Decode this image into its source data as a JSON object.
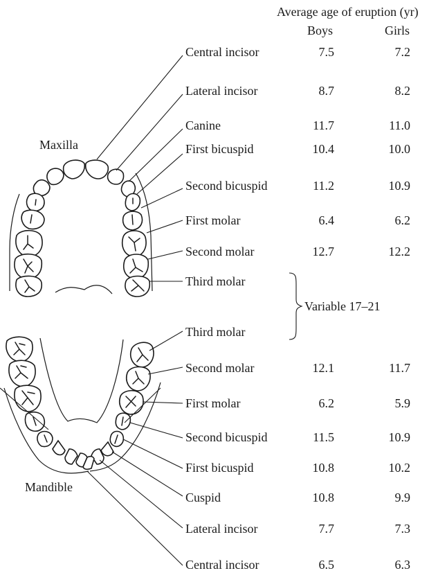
{
  "header": {
    "title": "Average age of eruption (yr)",
    "boys_label": "Boys",
    "girls_label": "Girls"
  },
  "labels": {
    "maxilla": "Maxilla",
    "mandible": "Mandible",
    "variable": "Variable 17–21"
  },
  "maxilla_teeth": [
    {
      "name": "Central incisor",
      "boys": "7.5",
      "girls": "7.2"
    },
    {
      "name": "Lateral incisor",
      "boys": "8.7",
      "girls": "8.2"
    },
    {
      "name": "Canine",
      "boys": "11.7",
      "girls": "11.0"
    },
    {
      "name": "First bicuspid",
      "boys": "10.4",
      "girls": "10.0"
    },
    {
      "name": "Second bicuspid",
      "boys": "11.2",
      "girls": "10.9"
    },
    {
      "name": "First molar",
      "boys": "6.4",
      "girls": "6.2"
    },
    {
      "name": "Second molar",
      "boys": "12.7",
      "girls": "12.2"
    },
    {
      "name": "Third molar",
      "boys": "",
      "girls": ""
    }
  ],
  "mandible_teeth": [
    {
      "name": "Third molar",
      "boys": "",
      "girls": ""
    },
    {
      "name": "Second molar",
      "boys": "12.1",
      "girls": "11.7"
    },
    {
      "name": "First molar",
      "boys": "6.2",
      "girls": "5.9"
    },
    {
      "name": "Second bicuspid",
      "boys": "11.5",
      "girls": "10.9"
    },
    {
      "name": "First bicuspid",
      "boys": "10.8",
      "girls": "10.2"
    },
    {
      "name": "Cuspid",
      "boys": "10.8",
      "girls": "9.9"
    },
    {
      "name": "Lateral incisor",
      "boys": "7.7",
      "girls": "7.3"
    },
    {
      "name": "Central incisor",
      "boys": "6.5",
      "girls": "6.3"
    }
  ]
}
